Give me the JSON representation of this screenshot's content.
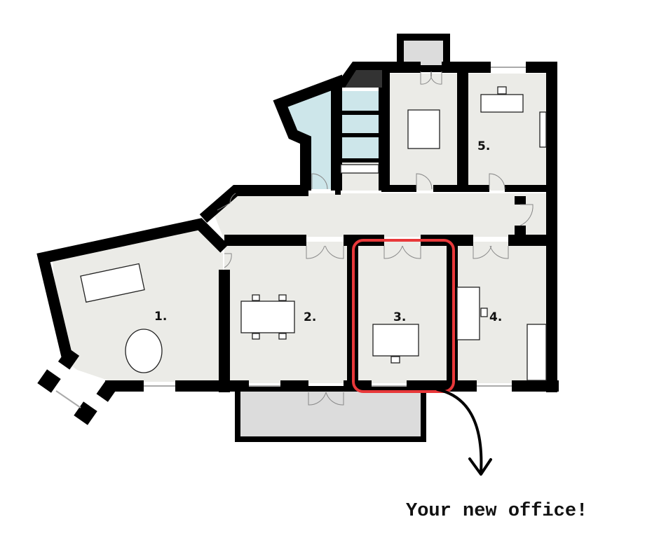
{
  "rooms": [
    {
      "label": "1."
    },
    {
      "label": "2."
    },
    {
      "label": "3."
    },
    {
      "label": "4."
    },
    {
      "label": "5."
    }
  ],
  "highlighted_room": "3.",
  "annotation": {
    "text": "Your new office!"
  },
  "colors": {
    "floor": "#ebebe7",
    "walls": "#000000",
    "bathroom": "#cde6ea",
    "balcony": "#dcdcdc",
    "highlight": "#e8383a"
  }
}
